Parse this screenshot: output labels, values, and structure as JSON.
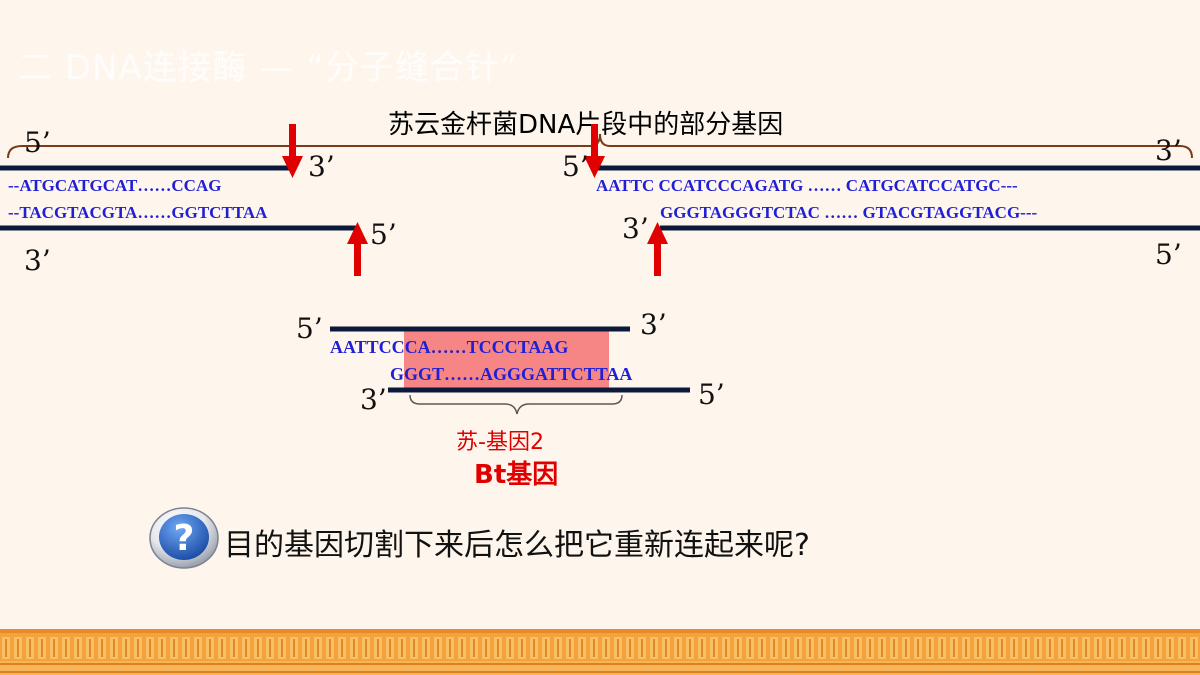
{
  "slide": {
    "title": "二    DNA连接酶 —  “分子缝合针”",
    "caption": "苏云金杆菌DNA片段中的部分基因",
    "question": "目的基因切割下来后怎么把它重新连起来呢?"
  },
  "left_fragment": {
    "top_5": "5’",
    "top_3": "3’",
    "bottom_5": "5’",
    "bottom_3": "3’",
    "top_seq": "--ATGCATGCAT……CCAG",
    "bottom_seq": "--TACGTACGTA……GGTCTTAA"
  },
  "right_fragment": {
    "top_5": "5’",
    "top_3": "3’",
    "bottom_3": "3’",
    "bottom_5": "5’",
    "top_seq": "AATTC CCATCCCAGATG …… CATGCATCCATGC---",
    "bottom_seq": "GGGTAGGGTCTAC …… GTACGTAGGTACG---"
  },
  "insert_fragment": {
    "top_5": "5’",
    "top_3": "3’",
    "bottom_3": "3’",
    "bottom_5": "5’",
    "top_seq": "AATTCCCA……TCCCTAAG",
    "bottom_seq": "GGGT……AGGGATTCTTAA",
    "gene_label": "苏-基因2",
    "gene_name": "Bt基因"
  },
  "icons": {
    "question": "question-mark-icon",
    "cut_arrow": "red-arrow-icon"
  },
  "colors": {
    "strand": "#0B1A3A",
    "sequence": "#1F1FD6",
    "arrow": "#E00000",
    "highlight": "#F47A7A",
    "brace": "#7A3B1A"
  }
}
